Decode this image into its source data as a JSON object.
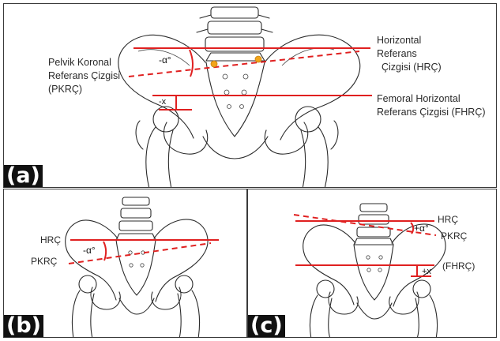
{
  "panels": {
    "a": {
      "tag": "(a)",
      "pkrc_label": [
        "Pelvik Koronal",
        "Referans Çizgisi",
        "(PKRÇ)"
      ],
      "hrc_label": [
        "Horizontal",
        "Referans",
        "Çizgisi (HRÇ)"
      ],
      "fhrc_label": [
        "Femoral Horizontal",
        "Referans  Çizgisi (FHRÇ)"
      ],
      "angle": "-α°",
      "offset": "-x"
    },
    "b": {
      "tag": "(b)",
      "hrc": "HRÇ",
      "pkrc": "PKRÇ",
      "angle": "-α°"
    },
    "c": {
      "tag": "(c)",
      "hrc": "HRÇ",
      "pkrc": "PKRÇ",
      "fhrc": "(FHRÇ)",
      "angle": "+α°",
      "offset": "+x"
    }
  },
  "colors": {
    "reference_line": "#e02020",
    "landmark_dot": "#f2a51a",
    "border": "#3a3a3a"
  }
}
